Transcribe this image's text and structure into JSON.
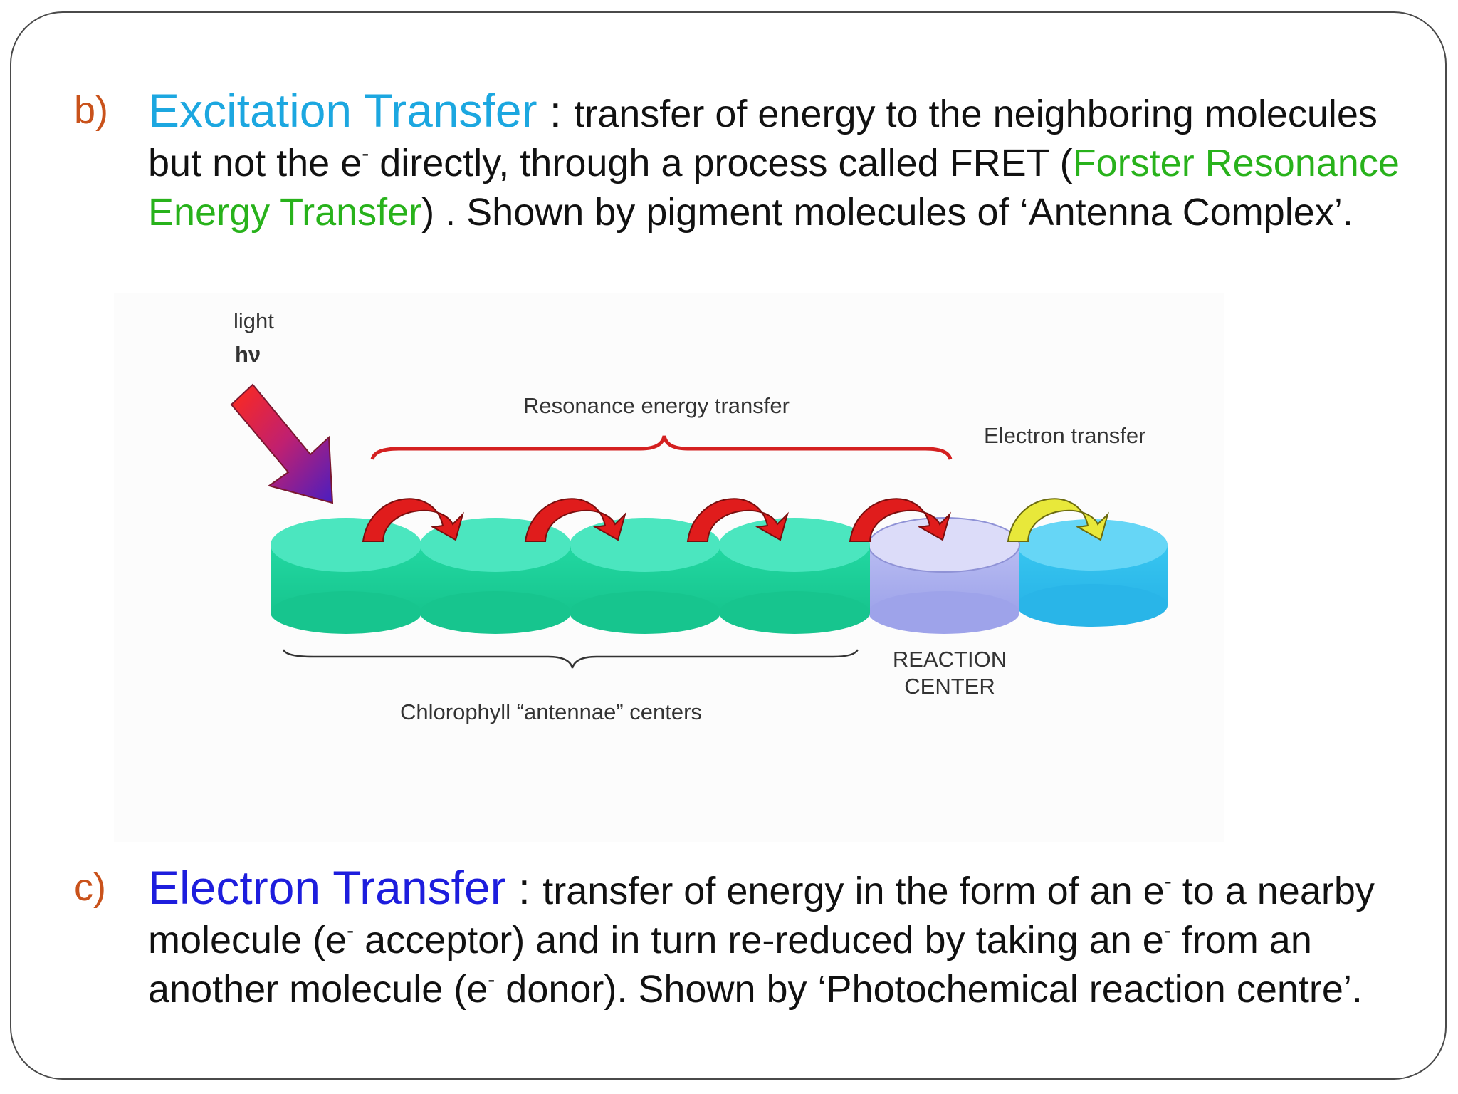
{
  "bullet_b": {
    "marker": "b)",
    "term": "Excitation Transfer",
    "colon": " : ",
    "t1": "transfer of energy to the neighboring molecules but not the e",
    "t1_sup": "-",
    "t2": " directly, through a process called FRET (",
    "fret": "Forster Resonance Energy Transfer",
    "t3": ") .  Shown by pigment molecules of ‘Antenna Complex’."
  },
  "bullet_c": {
    "marker": "c)",
    "term": "Electron Transfer",
    "colon": " : ",
    "t1": "transfer of energy in the form of an e",
    "sup1": "-",
    "t2": " to a nearby molecule (e",
    "sup2": "-",
    "t3": " acceptor) and in turn re-reduced by taking an e",
    "sup3": "-",
    "t4": " from an another molecule (e",
    "sup4": "-",
    "t5": " donor). Shown by ‘Photochemical reaction centre’."
  },
  "diagram": {
    "light_label": "light",
    "hv_label": "hν",
    "resonance_label": "Resonance energy transfer",
    "electron_label": "Electron transfer",
    "reaction_center_line1": "REACTION",
    "reaction_center_line2": "CENTER",
    "antennae_label": "Chlorophyll “antennae” centers",
    "colors": {
      "antenna_disk": "#1fd6a0",
      "reaction_center_disk": "#b4b8f0",
      "acceptor_disk": "#35c3ef",
      "resonance_arrow": "#e01c1c",
      "electron_arrow": "#e8e83a",
      "brace_red": "#d42020"
    }
  }
}
